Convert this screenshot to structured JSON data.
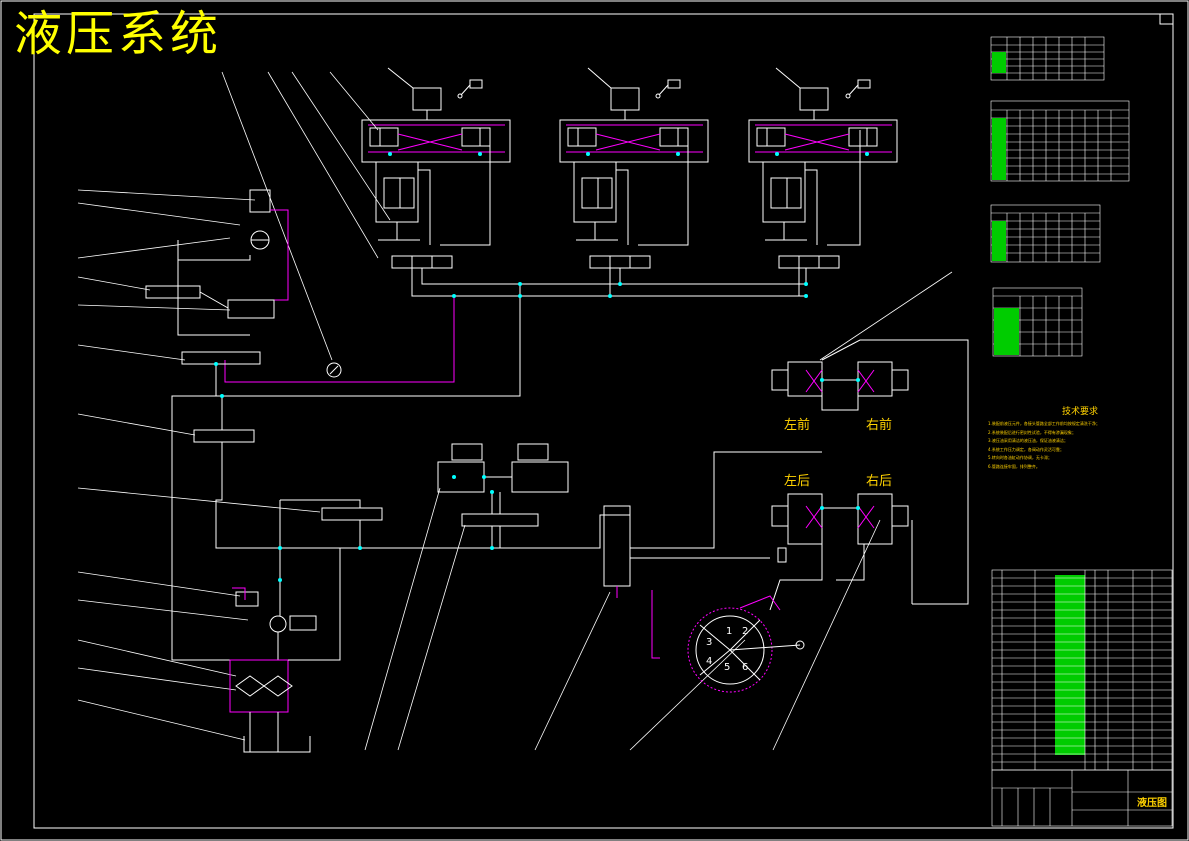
{
  "title": "液压系统",
  "technical_requirements": {
    "heading": "技术要求",
    "lines": [
      "1.装配前液压元件，各接头管路全部工作前均按规定清洗干净；",
      "2.系统装配后进行密封性试验，不得有渗漏现象；",
      "3.液压油采用清洁的液压油，保证油液清洁；",
      "4.系统工作压力调定，各阀动作灵活可靠；",
      "5.转向时各油缸动作协调，无卡滞；",
      "6.管路连接牢固，排列整齐。"
    ]
  },
  "wheel_labels": {
    "front_left": "左前",
    "front_right": "右前",
    "rear_left": "左后",
    "rear_right": "右后"
  },
  "titleblock": {
    "drawing_name": "液压图"
  },
  "colors": {
    "background": "#000000",
    "line": "#ffffff",
    "accent": "#ff00ff",
    "node": "#00ffff",
    "text": "#ffd200",
    "table": "#00ff00"
  }
}
